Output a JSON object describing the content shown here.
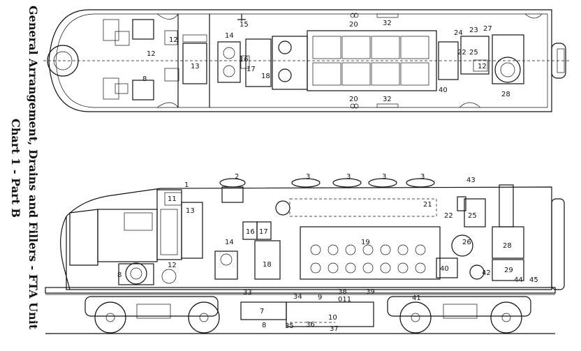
{
  "title_line1": "General Arrangement, Drains and Fillers - FTA Unit",
  "title_line2": "Chart 1 - Part B",
  "plan_callouts": [
    {
      "id": "p12a",
      "text": "12"
    },
    {
      "id": "p12b",
      "text": "12"
    },
    {
      "id": "p8",
      "text": "8"
    },
    {
      "id": "p13",
      "text": "13"
    },
    {
      "id": "p14",
      "text": "14"
    },
    {
      "id": "p16",
      "text": "16"
    },
    {
      "id": "p17",
      "text": "17"
    },
    {
      "id": "p18",
      "text": "18"
    },
    {
      "id": "p15",
      "text": "15"
    },
    {
      "id": "p20a",
      "text": "20"
    },
    {
      "id": "p32a",
      "text": "32"
    },
    {
      "id": "p20b",
      "text": "20"
    },
    {
      "id": "p32b",
      "text": "32"
    },
    {
      "id": "p24",
      "text": "24"
    },
    {
      "id": "p23",
      "text": "23"
    },
    {
      "id": "p27",
      "text": "27"
    },
    {
      "id": "p22",
      "text": "22"
    },
    {
      "id": "p25",
      "text": "25"
    },
    {
      "id": "p12c",
      "text": "12"
    },
    {
      "id": "p40",
      "text": "40"
    },
    {
      "id": "p28",
      "text": "28"
    }
  ],
  "elev_callouts": [
    {
      "id": "e1",
      "text": "1"
    },
    {
      "id": "e11",
      "text": "11"
    },
    {
      "id": "e13",
      "text": "13"
    },
    {
      "id": "e2",
      "text": "2"
    },
    {
      "id": "e3a",
      "text": "3"
    },
    {
      "id": "e3b",
      "text": "3"
    },
    {
      "id": "e3c",
      "text": "3"
    },
    {
      "id": "e3d",
      "text": "3"
    },
    {
      "id": "e43",
      "text": "43"
    },
    {
      "id": "e21",
      "text": "21"
    },
    {
      "id": "e22",
      "text": "22"
    },
    {
      "id": "e25",
      "text": "25"
    },
    {
      "id": "e16",
      "text": "16"
    },
    {
      "id": "e17",
      "text": "17"
    },
    {
      "id": "e14",
      "text": "14"
    },
    {
      "id": "e19",
      "text": "19"
    },
    {
      "id": "e26",
      "text": "26"
    },
    {
      "id": "e28",
      "text": "28"
    },
    {
      "id": "e18",
      "text": "18"
    },
    {
      "id": "e12",
      "text": "12"
    },
    {
      "id": "e8a",
      "text": "8"
    },
    {
      "id": "e40",
      "text": "40"
    },
    {
      "id": "e42",
      "text": "42"
    },
    {
      "id": "e29",
      "text": "29"
    },
    {
      "id": "e44",
      "text": "44"
    },
    {
      "id": "e45",
      "text": "45"
    },
    {
      "id": "e33",
      "text": "33"
    },
    {
      "id": "e34",
      "text": "34"
    },
    {
      "id": "e9",
      "text": "9"
    },
    {
      "id": "e38",
      "text": "38"
    },
    {
      "id": "e011",
      "text": "011"
    },
    {
      "id": "e39",
      "text": "39"
    },
    {
      "id": "e41",
      "text": "41"
    },
    {
      "id": "e7",
      "text": "7"
    },
    {
      "id": "e10",
      "text": "10"
    },
    {
      "id": "e8b",
      "text": "8"
    },
    {
      "id": "e35",
      "text": "35"
    },
    {
      "id": "e36",
      "text": "36"
    },
    {
      "id": "e37",
      "text": "37"
    }
  ]
}
